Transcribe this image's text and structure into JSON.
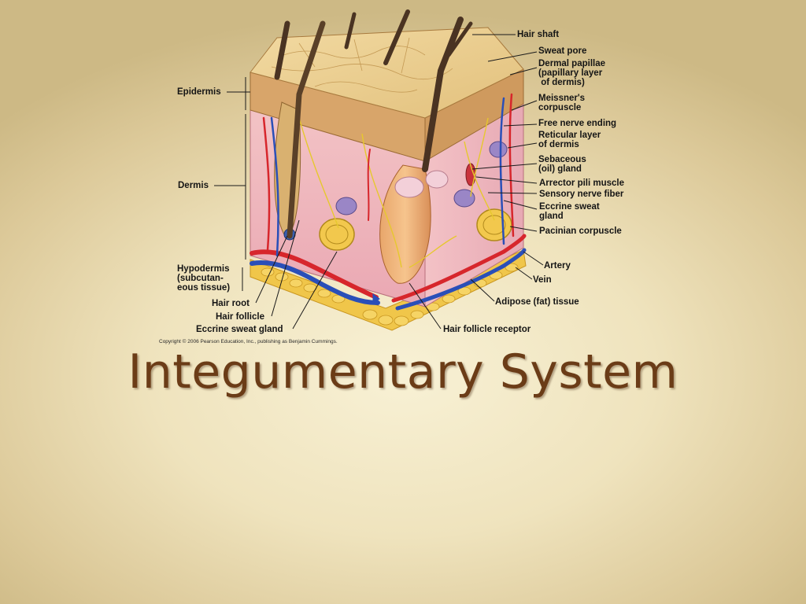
{
  "slide": {
    "title": "Integumentary System",
    "copyright": "Copyright © 2006 Pearson Education, Inc., publishing as Benjamin Cummings."
  },
  "diagram": {
    "left_labels": {
      "epidermis": "Epidermis",
      "dermis": "Dermis",
      "hypodermis": "Hypodermis\n(subcutan-\neous tissue)"
    },
    "bottom_labels": {
      "hair_root": "Hair root",
      "hair_follicle": "Hair follicle",
      "eccrine_sweat_gland": "Eccrine sweat gland",
      "hair_follicle_receptor": "Hair follicle receptor",
      "adipose_tissue": "Adipose (fat) tissue",
      "vein": "Vein",
      "artery": "Artery"
    },
    "right_labels": {
      "hair_shaft": "Hair shaft",
      "sweat_pore": "Sweat pore",
      "dermal_papillae": "Dermal papillae\n(papillary layer\n of dermis)",
      "meissners_corpuscle": "Meissner's\ncorpuscle",
      "free_nerve_ending": "Free nerve ending",
      "reticular_layer": "Reticular layer\nof dermis",
      "sebaceous_gland": "Sebaceous\n(oil) gland",
      "arrector_pili": "Arrector pili muscle",
      "sensory_nerve": "Sensory nerve fiber",
      "eccrine_sweat_gland": "Eccrine sweat\ngland",
      "pacinian_corpuscle": "Pacinian corpuscle"
    },
    "colors": {
      "epidermis": "#e8c88a",
      "dermis": "#f1b9c0",
      "adipose": "#f0c64a",
      "artery": "#d7262c",
      "vein": "#2a4fb8",
      "hair": "#4a3322",
      "title": "#6b3c17"
    }
  }
}
